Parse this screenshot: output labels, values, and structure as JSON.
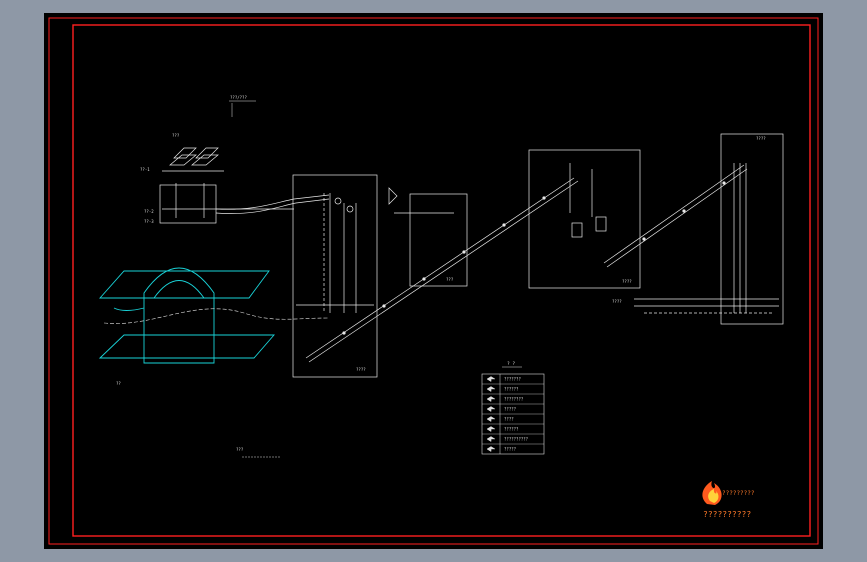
{
  "drawing": {
    "legend_title": "? ?",
    "legend_rows": [
      {
        "symbol": "valve-symbol",
        "desc": "???????"
      },
      {
        "symbol": "pump-symbol",
        "desc": "??????"
      },
      {
        "symbol": "filter-symbol",
        "desc": "????????"
      },
      {
        "symbol": "meter-symbol",
        "desc": "?????"
      },
      {
        "symbol": "check-valve-symbol",
        "desc": "????"
      },
      {
        "symbol": "reducer-symbol",
        "desc": "??????"
      },
      {
        "symbol": "tee-symbol",
        "desc": "??????????"
      },
      {
        "symbol": "cap-symbol",
        "desc": "?????"
      }
    ],
    "title_block": {
      "logo_caption": "?????????",
      "company_text": "??????????"
    },
    "labels": {
      "top_note": "???/???",
      "box1_tag": "????",
      "box2_tag": "???",
      "box3_tag": "????",
      "box4_tag": "????",
      "box5_tag": "????",
      "scale_note": "???"
    },
    "colors": {
      "sheet": "#000000",
      "border": "#ff2020",
      "lines": "#e8e8e8",
      "building": "#19d3d8",
      "background": "#8e98a6",
      "logo": "#ff5a1e"
    }
  }
}
